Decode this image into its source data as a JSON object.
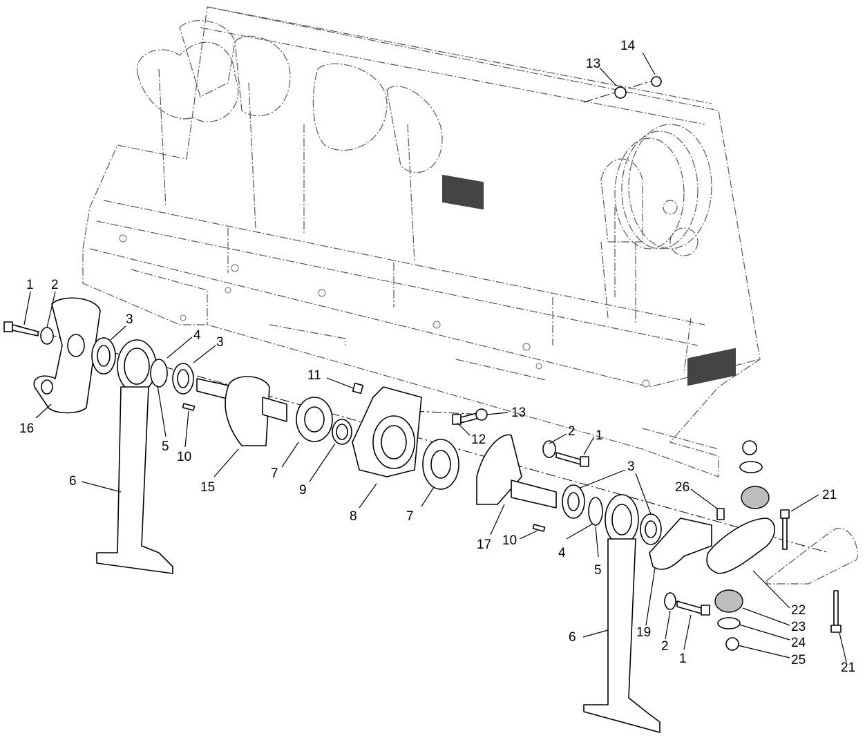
{
  "callouts": [
    {
      "id": "c1a",
      "text": "1"
    },
    {
      "id": "c2a",
      "text": "2"
    },
    {
      "id": "c3a",
      "text": "3"
    },
    {
      "id": "c4a",
      "text": "4"
    },
    {
      "id": "c3b",
      "text": "3"
    },
    {
      "id": "c16",
      "text": "16"
    },
    {
      "id": "c5a",
      "text": "5"
    },
    {
      "id": "c10a",
      "text": "10"
    },
    {
      "id": "c6a",
      "text": "6"
    },
    {
      "id": "c15",
      "text": "15"
    },
    {
      "id": "c7a",
      "text": "7"
    },
    {
      "id": "c9",
      "text": "9"
    },
    {
      "id": "c8",
      "text": "8"
    },
    {
      "id": "c11",
      "text": "11"
    },
    {
      "id": "c13a",
      "text": "13"
    },
    {
      "id": "c12",
      "text": "12"
    },
    {
      "id": "c7b",
      "text": "7"
    },
    {
      "id": "c2b",
      "text": "2"
    },
    {
      "id": "c1b",
      "text": "1"
    },
    {
      "id": "c3c",
      "text": "3"
    },
    {
      "id": "c17",
      "text": "17"
    },
    {
      "id": "c10b",
      "text": "10"
    },
    {
      "id": "c4b",
      "text": "4"
    },
    {
      "id": "c5b",
      "text": "5"
    },
    {
      "id": "c26",
      "text": "26"
    },
    {
      "id": "c21a",
      "text": "21"
    },
    {
      "id": "c22",
      "text": "22"
    },
    {
      "id": "c23",
      "text": "23"
    },
    {
      "id": "c24",
      "text": "24"
    },
    {
      "id": "c25",
      "text": "25"
    },
    {
      "id": "c21b",
      "text": "21"
    },
    {
      "id": "c19",
      "text": "19"
    },
    {
      "id": "c2c",
      "text": "2"
    },
    {
      "id": "c1c",
      "text": "1"
    },
    {
      "id": "c6b",
      "text": "6"
    },
    {
      "id": "c13b",
      "text": "13"
    },
    {
      "id": "c14",
      "text": "14"
    }
  ]
}
